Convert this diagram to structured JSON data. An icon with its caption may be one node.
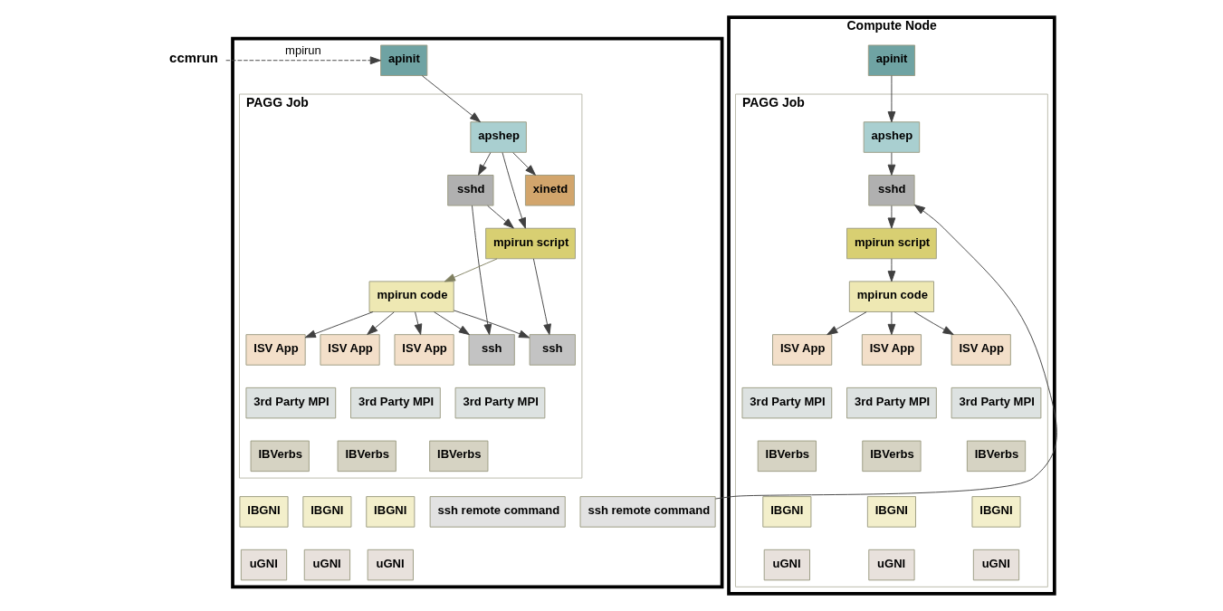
{
  "diagram": {
    "nodes": [
      {
        "text": [
          "ccmrun"
        ]
      },
      {
        "text": [],
        "shape": "box"
      },
      {
        "text": [
          "apinit"
        ],
        "in": 1
      },
      {
        "text": [
          "PAGG Job"
        ],
        "in": 1
      },
      {
        "text": [
          "apshep"
        ],
        "in": 3
      },
      {
        "text": [
          "sshd"
        ],
        "in": 3
      },
      {
        "text": [
          "xinetd"
        ],
        "in": 3
      },
      {
        "text": [
          "mpirun script"
        ],
        "in": 3
      },
      {
        "text": [
          "mpirun code"
        ],
        "in": 3
      },
      {
        "text": [
          "ssh"
        ],
        "in": 3
      },
      {
        "text": [
          "ISV App"
        ],
        "in": 3
      },
      {
        "text": [
          "3rd Party MPI"
        ],
        "in": 3
      },
      {
        "text": [
          "IBVerbs"
        ],
        "in": 3
      },
      {
        "text": [
          "IBGNI"
        ],
        "in": 1
      },
      {
        "text": [
          "uGNI"
        ],
        "in": 1
      },
      {
        "text": [
          "ISV App"
        ],
        "in": 3
      },
      {
        "text": [
          "3rd Party MPI"
        ],
        "in": 3
      },
      {
        "text": [
          "IBVerbs"
        ],
        "in": 3
      },
      {
        "text": [
          "IBGNI"
        ],
        "in": 1
      },
      {
        "text": [
          "uGNI"
        ],
        "in": 1
      },
      {
        "text": [
          "ISV App"
        ],
        "in": 3
      },
      {
        "text": [
          "3rd Party MPI"
        ],
        "in": 3
      },
      {
        "text": [
          "IBVerbs"
        ],
        "in": 3
      },
      {
        "text": [
          "IBGNI"
        ],
        "in": 1
      },
      {
        "text": [
          "uGNI"
        ],
        "in": 1
      },
      {
        "text": [
          "ssh"
        ],
        "in": 3
      },
      {
        "text": [
          "ssh remote command"
        ],
        "in": 1
      },
      {
        "text": [
          "ssh remote command"
        ],
        "in": 1
      },
      {
        "text": [
          "Compute Node"
        ]
      },
      {
        "text": [
          "apinit"
        ],
        "in": 28
      },
      {
        "text": [
          "PAGG Job"
        ],
        "in": 28
      },
      {
        "text": [
          "apshep"
        ],
        "in": 30
      },
      {
        "text": [
          "sshd"
        ],
        "in": 30
      },
      {
        "text": [
          "mpirun script"
        ],
        "in": 30
      },
      {
        "text": [
          "mpirun code"
        ],
        "in": 30
      },
      {
        "text": [
          "ISV App"
        ],
        "in": 30
      },
      {
        "text": [
          "3rd Party MPI"
        ],
        "in": 30
      },
      {
        "text": [
          "IBVerbs"
        ],
        "in": 30
      },
      {
        "text": [
          "IBGNI"
        ],
        "in": 30
      },
      {
        "text": [
          "uGNI"
        ],
        "in": 30
      },
      {
        "text": [
          "ISV App"
        ],
        "in": 30
      },
      {
        "text": [
          "3rd Party MPI"
        ],
        "in": 30
      },
      {
        "text": [
          "IBVerbs"
        ],
        "in": 30
      },
      {
        "text": [
          "IBGNI"
        ],
        "in": 30
      },
      {
        "text": [
          "uGNI"
        ],
        "in": 30
      },
      {
        "text": [
          "ISV App"
        ],
        "in": 30
      },
      {
        "text": [
          "3rd Party MPI"
        ],
        "in": 30
      },
      {
        "text": [
          "IBVerbs"
        ],
        "in": 30
      },
      {
        "text": [
          "IBGNI"
        ],
        "in": 30
      },
      {
        "text": [
          "uGNI"
        ],
        "in": 30
      }
    ],
    "edges": [
      {
        "from": 0,
        "to": 2,
        "arrow": "to",
        "label": "mpirun",
        "style": "dashed"
      },
      {
        "from": 2,
        "to": 4,
        "arrow": "to"
      },
      {
        "from": 4,
        "to": 5,
        "arrow": "to"
      },
      {
        "from": 4,
        "to": 6,
        "arrow": "to"
      },
      {
        "from": 4,
        "to": 7,
        "arrow": "to"
      },
      {
        "from": 5,
        "to": 7,
        "arrow": "to"
      },
      {
        "from": 5,
        "to": 9,
        "arrow": "to"
      },
      {
        "from": 7,
        "to": 8,
        "arrow": "to",
        "color": "#7f7f5f"
      },
      {
        "from": 7,
        "to": 25,
        "arrow": "to"
      },
      {
        "from": 8,
        "to": 9,
        "arrow": "to"
      },
      {
        "from": 8,
        "to": 10,
        "arrow": "to"
      },
      {
        "from": 8,
        "to": 15,
        "arrow": "to"
      },
      {
        "from": 8,
        "to": 20,
        "arrow": "to"
      },
      {
        "from": 8,
        "to": 25,
        "arrow": "to"
      },
      {
        "from": 27,
        "to": 32,
        "arrow": "to"
      },
      {
        "from": 29,
        "to": 31,
        "arrow": "to"
      },
      {
        "from": 31,
        "to": 32,
        "arrow": "to"
      },
      {
        "from": 32,
        "to": 33,
        "arrow": "to"
      },
      {
        "from": 33,
        "to": 34,
        "arrow": "to"
      },
      {
        "from": 34,
        "to": 35,
        "arrow": "to"
      },
      {
        "from": 34,
        "to": 40,
        "arrow": "to"
      },
      {
        "from": 34,
        "to": 45,
        "arrow": "to"
      }
    ]
  }
}
